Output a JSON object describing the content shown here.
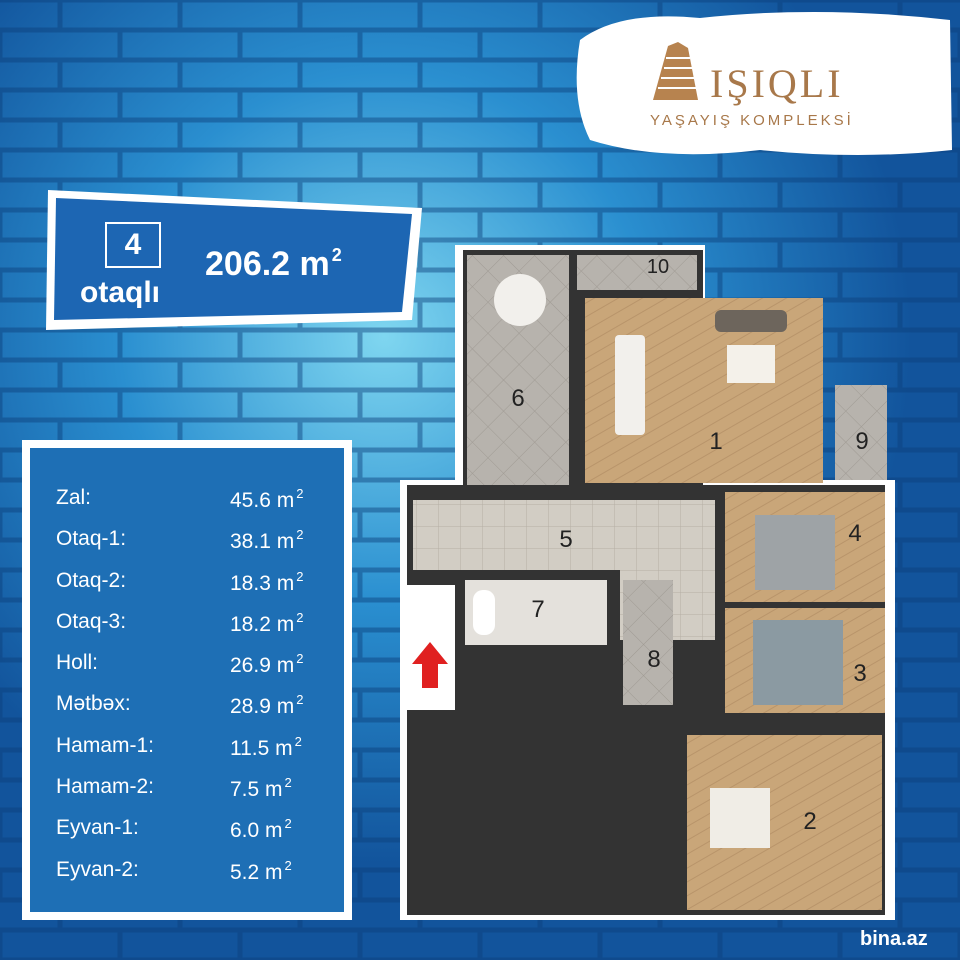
{
  "logo": {
    "name": "IŞIQLI",
    "subtitle": "YAŞAYIŞ KOMPLEKSİ"
  },
  "apartment": {
    "rooms": "4",
    "rooms_word": "otaqlı",
    "total_area": "206.2 m",
    "area_unit_sup": "2"
  },
  "areas": [
    {
      "label": "Zal:",
      "value": "45.6 m"
    },
    {
      "label": "Otaq-1:",
      "value": "38.1 m"
    },
    {
      "label": "Otaq-2:",
      "value": "18.3 m"
    },
    {
      "label": "Otaq-3:",
      "value": "18.2 m"
    },
    {
      "label": "Holl:",
      "value": "26.9 m"
    },
    {
      "label": "Mətbəx:",
      "value": "28.9 m"
    },
    {
      "label": "Hamam-1:",
      "value": "11.5 m"
    },
    {
      "label": "Hamam-2:",
      "value": "7.5 m"
    },
    {
      "label": "Eyvan-1:",
      "value": "6.0 m"
    },
    {
      "label": "Eyvan-2:",
      "value": "5.2 m"
    }
  ],
  "sup": "2",
  "plan_labels": [
    "1",
    "2",
    "3",
    "4",
    "5",
    "6",
    "7",
    "8",
    "9",
    "10"
  ],
  "watermark": "bina.az",
  "colors": {
    "background": "#1a6fb3",
    "panel": "#1e6fb5",
    "wood": "#c8a57a",
    "tile": "#cfcbc4",
    "wall": "#333333",
    "arrow": "#e02020"
  }
}
